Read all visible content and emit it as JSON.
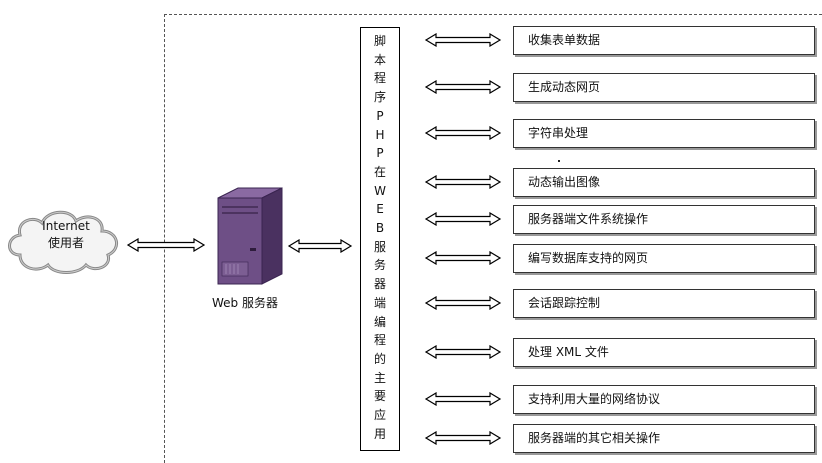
{
  "cloud_label_line1": "Internet",
  "cloud_label_line2": "使用者",
  "server_label": "Web 服务器",
  "vertical_label": "脚\n本\n程\n序\nP\nH\nP\n在\nW\nE\nB\n服\n务\n器\n端\n编\n程\n的\n主\n要\n应\n用",
  "items": [
    "收集表单数据",
    "生成动态网页",
    "字符串处理",
    "动态输出图像",
    "服务器端文件系统操作",
    "编写数据库支持的网页",
    "会话跟踪控制",
    "处理 XML 文件",
    "支持利用大量的网络协议",
    "服务器端的其它相关操作"
  ],
  "colors": {
    "server_front": "#6e4f86",
    "server_side": "#4a3160",
    "server_top": "#8a6aa2",
    "border": "#333333"
  }
}
